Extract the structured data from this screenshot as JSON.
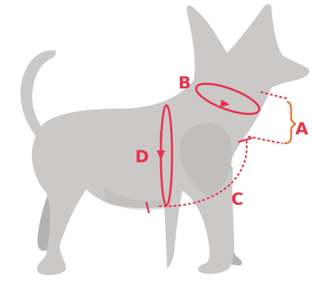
{
  "colors": {
    "dog_body": "#cbc8c8",
    "dog_shadow": "#b5b2b2",
    "marker": "#e8324b",
    "collar_loop": "#d4707c",
    "bracket": "#e8722f"
  },
  "measurements": [
    {
      "id": "A",
      "label": "A"
    },
    {
      "id": "B",
      "label": "B"
    },
    {
      "id": "C",
      "label": "C"
    },
    {
      "id": "D",
      "label": "D"
    }
  ]
}
